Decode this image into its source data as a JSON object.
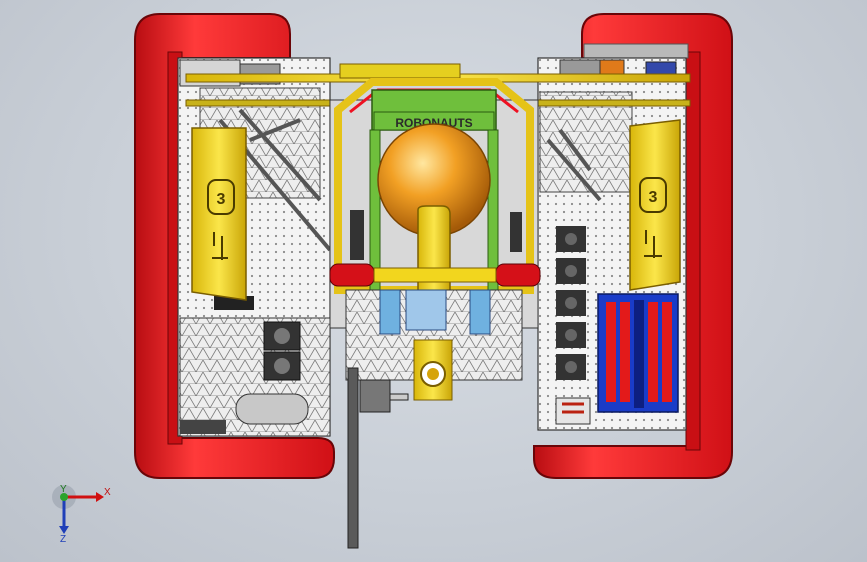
{
  "robot_label": "ROBONAUTS",
  "bumper_digit": "3",
  "triad": {
    "x_label": "X",
    "y_label": "Y",
    "z_label": "Z"
  },
  "colors": {
    "background": "#c9cfd7",
    "bumper": "#e8141a",
    "frame_yellow": "#f2d61e",
    "frame_green": "#6fbf3c",
    "ball_orange": "#f2a024",
    "controller_blue": "#1a3cc8",
    "plate": "#f1f1f1"
  },
  "icons": [
    "axis-triad-icon"
  ]
}
